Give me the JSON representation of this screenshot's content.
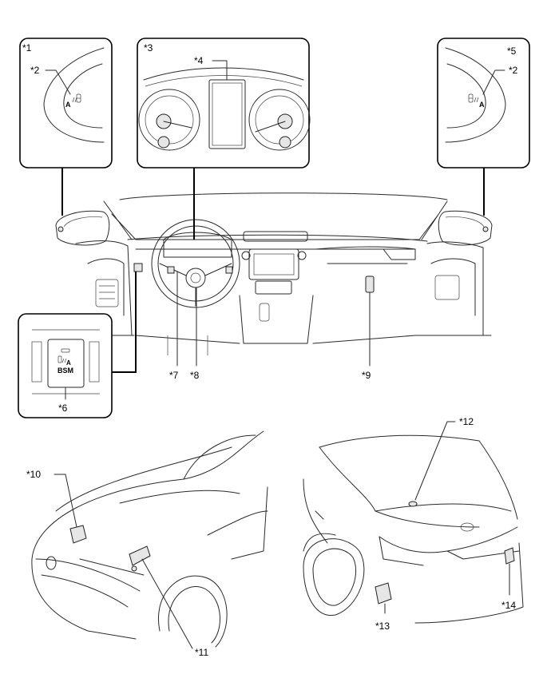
{
  "callouts": {
    "c1": "*1",
    "c2": "*2",
    "c3": "*3",
    "c4": "*4",
    "c5": "*5",
    "c2b": "*2",
    "c6": "*6",
    "c7": "*7",
    "c8": "*8",
    "c9": "*9",
    "c10": "*10",
    "c11": "*11",
    "c12": "*12",
    "c13": "*13",
    "c14": "*14"
  },
  "switch_label": "BSM",
  "icons": {
    "mirror_indicator": "blind-spot-indicator-icon",
    "bsm_symbol": "blind-spot-car-icon"
  }
}
